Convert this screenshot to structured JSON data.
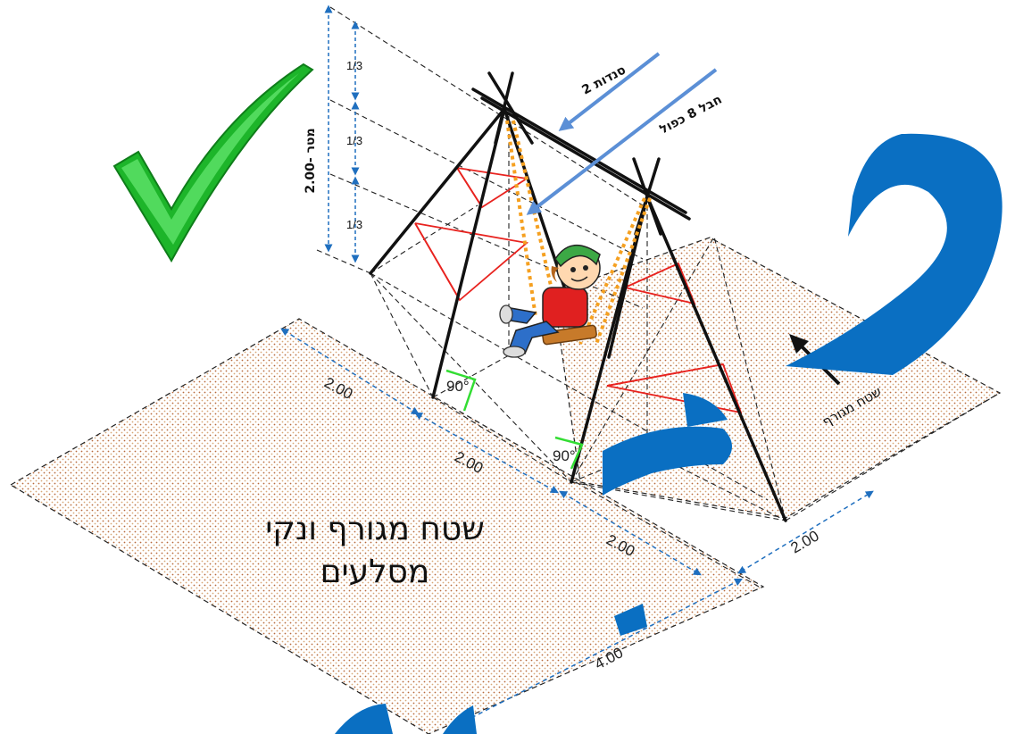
{
  "labels": {
    "height": "2.00- מטר",
    "third_1": "1/3",
    "third_2": "1/3",
    "third_3": "1/3",
    "seats": "2 סנדות",
    "rope": "חבל 8 כפול",
    "raked_area": "שטח מגורף",
    "main_area_line1": "שטח מגורף ונקי",
    "main_area_line2": "מסלעים",
    "dim_a": "2.00",
    "dim_b": "2.00",
    "dim_c": "2.00",
    "dim_d": "2.00",
    "dim_total": "4.00",
    "angle_1": "90°",
    "angle_2": "90°"
  },
  "icons": [
    "checkmark-icon",
    "arrow-icon",
    "child-on-swing-icon"
  ],
  "colors": {
    "check": "#22c32b",
    "arrow": "#5b8fd6",
    "bracing": "#e8231f",
    "rope": "#f5a020",
    "angle": "#33dd33",
    "dimension": "#1f6fbf",
    "blue_shape": "#0a6fc2",
    "dots": "#b86a3c"
  }
}
